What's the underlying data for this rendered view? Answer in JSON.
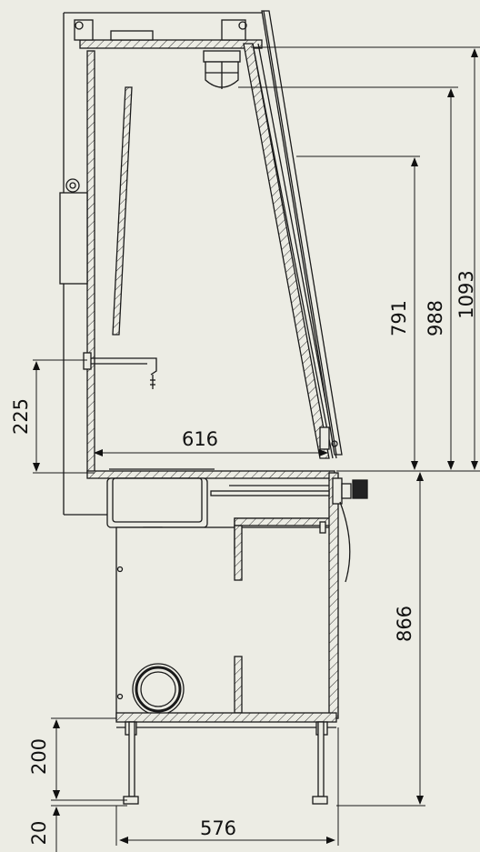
{
  "colors": {
    "background": "#ecece4",
    "line": "#1a1a1a",
    "hatch": "#333333"
  },
  "dimensions": {
    "width_top": "616",
    "width_base": "576",
    "height_tap": "225",
    "height_sash_open": "791",
    "height_interior": "988",
    "height_total_top": "1093",
    "height_worktop": "866",
    "height_shelf": "200",
    "height_foot": "20"
  }
}
